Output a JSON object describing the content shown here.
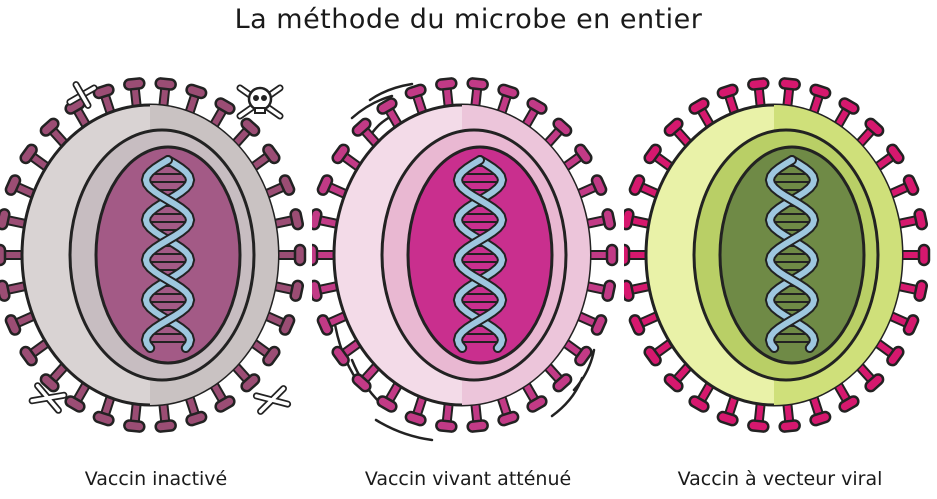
{
  "title": "La méthode du microbe en entier",
  "panels": [
    {
      "caption": "Vaccin inactivé",
      "colors": {
        "spike": "#9b4d74",
        "membrane": "#d9d3d3",
        "membrane_outer": "#c9c2c2",
        "inner_ring": "#c7bdc1",
        "core": "#a35a86",
        "core_dark": "#8f4873"
      },
      "icons": [
        "crossbones-icon",
        "skull-crossbones-icon",
        "crossbones-icon",
        "crossbones-icon"
      ]
    },
    {
      "caption": "Vaccin vivant atténué",
      "colors": {
        "spike": "#c23a86",
        "membrane": "#f3dbe8",
        "membrane_outer": "#ecc5da",
        "inner_ring": "#e9b8d2",
        "core": "#c92f8e",
        "core_dark": "#b02479"
      },
      "icons": [
        "motion-lines-icon"
      ]
    },
    {
      "caption": "Vaccin à vecteur viral",
      "colors": {
        "spike": "#d6186e",
        "membrane": "#e9f2a8",
        "membrane_outer": "#cfe07a",
        "inner_ring": "#b9cf66",
        "core": "#6f8a46",
        "core_dark": "#5a7338"
      },
      "icons": []
    }
  ],
  "dna_color": "#9ec7df"
}
